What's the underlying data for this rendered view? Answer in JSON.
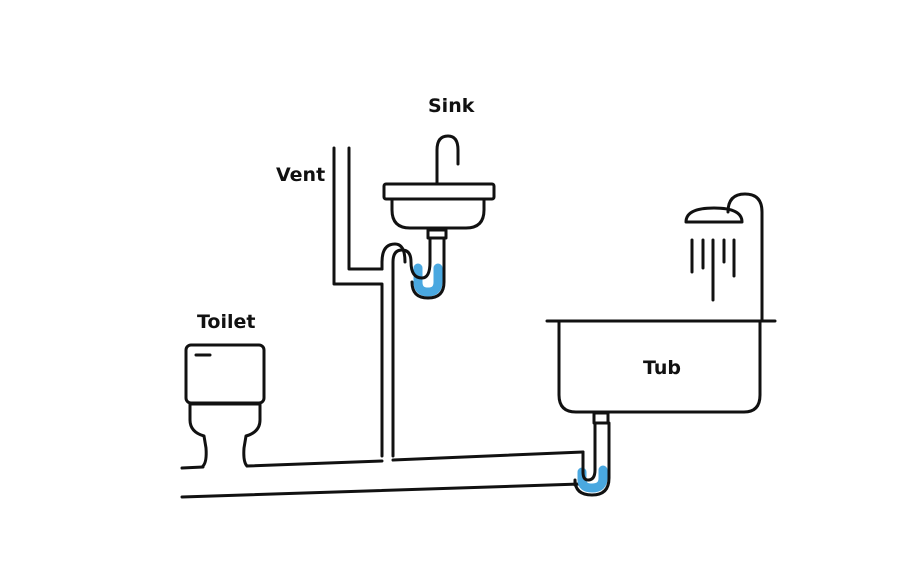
{
  "labels": {
    "sink": "Sink",
    "vent": "Vent",
    "toilet": "Toilet",
    "tub": "Tub"
  },
  "colors": {
    "line": "#111111",
    "water": "#4aa8e0",
    "background": "#ffffff"
  }
}
